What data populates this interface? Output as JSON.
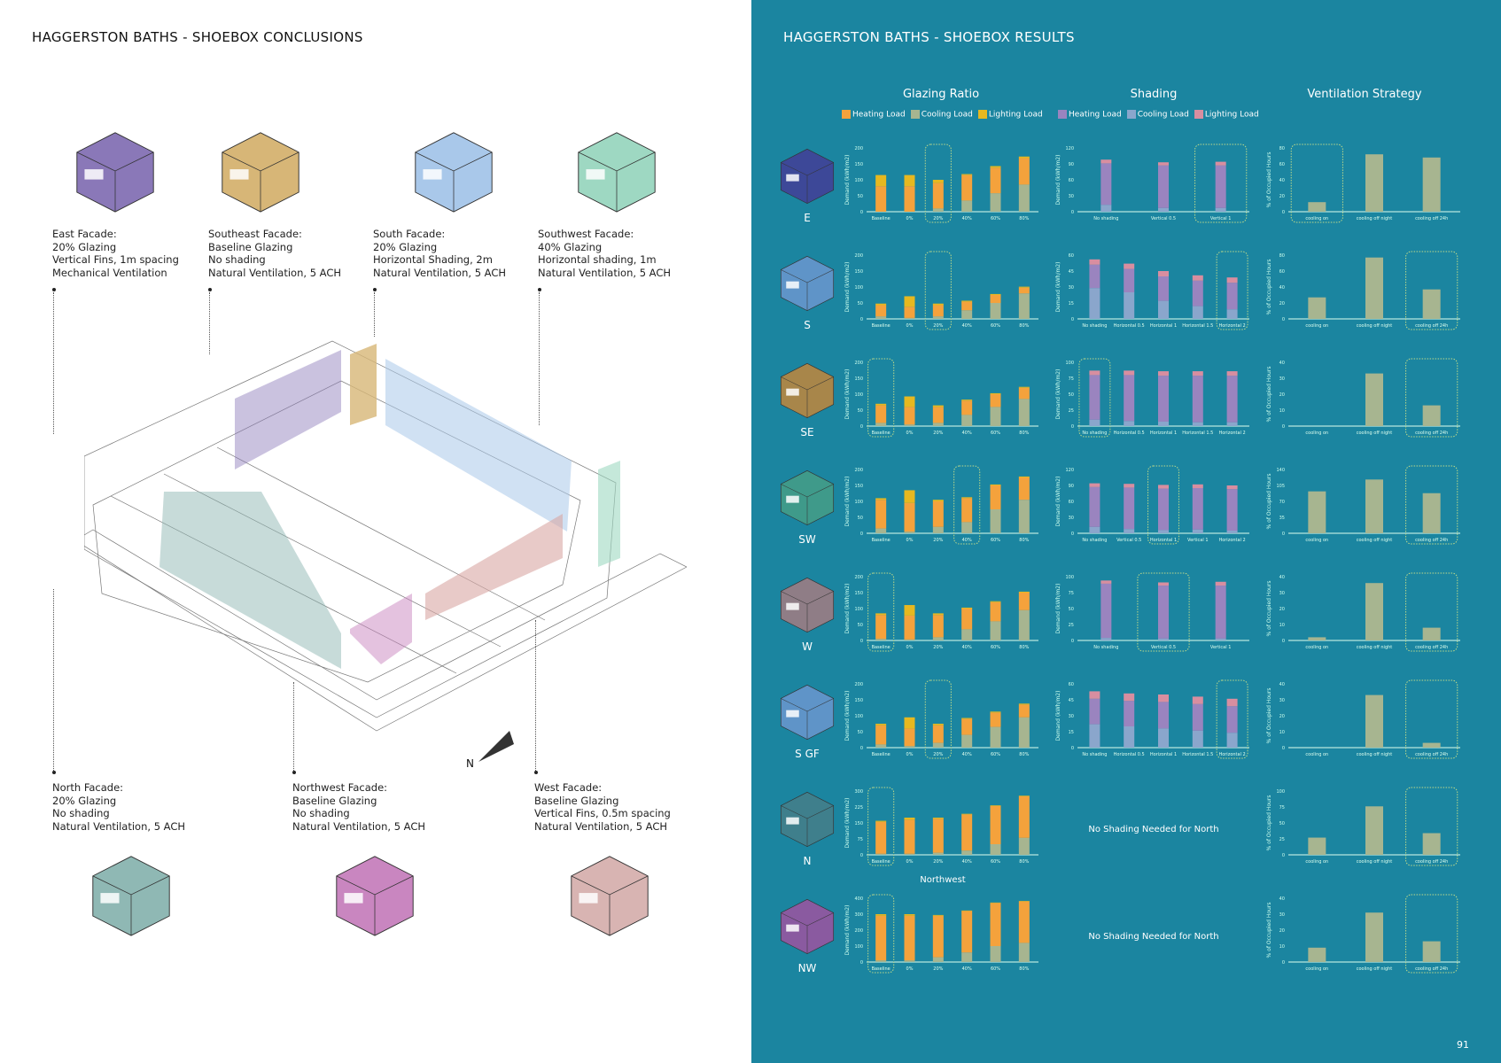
{
  "left": {
    "title": "HAGGERSTON BATHS - SHOEBOX CONCLUSIONS",
    "north_label": "N",
    "facades_top": [
      {
        "name": "East Facade:",
        "lines": [
          "20% Glazing",
          "Vertical Fins, 1m spacing",
          "Mechanical Ventilation"
        ],
        "color": "#8a78b8"
      },
      {
        "name": "Southeast Facade:",
        "lines": [
          "Baseline Glazing",
          "No shading",
          "Natural Ventilation, 5 ACH"
        ],
        "color": "#d7b677"
      },
      {
        "name": "South Facade:",
        "lines": [
          "20% Glazing",
          "Horizontal Shading, 2m",
          "Natural Ventilation, 5 ACH"
        ],
        "color": "#a9c8ea"
      },
      {
        "name": "Southwest Facade:",
        "lines": [
          "40% Glazing",
          "Horizontal shading, 1m",
          "Natural Ventilation, 5 ACH"
        ],
        "color": "#9ed8c2"
      }
    ],
    "facades_bottom": [
      {
        "name": "North Facade:",
        "lines": [
          "20% Glazing",
          "No shading",
          "Natural Ventilation, 5 ACH"
        ],
        "color": "#8fb8b4"
      },
      {
        "name": "Northwest Facade:",
        "lines": [
          "Baseline Glazing",
          "No shading",
          "Natural Ventilation, 5 ACH"
        ],
        "color": "#c986c0"
      },
      {
        "name": "West Facade:",
        "lines": [
          "Baseline Glazing",
          "Vertical Fins, 0.5m spacing",
          "Natural Ventilation, 5 ACH"
        ],
        "color": "#d8b4b2"
      }
    ]
  },
  "right": {
    "title": "HAGGERSTON BATHS - SHOEBOX RESULTS",
    "page_number": "91",
    "columns": [
      "Glazing Ratio",
      "Shading",
      "Ventilation Strategy"
    ],
    "legend_glazing": [
      {
        "label": "Heating Load",
        "color": "#f4a23c"
      },
      {
        "label": "Cooling Load",
        "color": "#a7b590"
      },
      {
        "label": "Lighting Load",
        "color": "#e6b820"
      }
    ],
    "legend_shading": [
      {
        "label": "Heating Load",
        "color": "#9a84bf"
      },
      {
        "label": "Cooling Load",
        "color": "#8aa6cc"
      },
      {
        "label": "Lighting Load",
        "color": "#d88ea0"
      }
    ],
    "no_shading_text": "No Shading Needed for North",
    "northwest_label": "Northwest"
  },
  "chart_data": [
    {
      "row": "E",
      "cube_color": "#3d4898",
      "glazing": {
        "type": "bar",
        "ylabel": "Demand (kWh/m2)",
        "ylim": [
          0,
          200
        ],
        "categories": [
          "Baseline",
          "0%",
          "20%",
          "40%",
          "60%",
          "80%"
        ],
        "heating": [
          80,
          80,
          80,
          80,
          80,
          83
        ],
        "cooling": [
          0,
          0,
          10,
          35,
          58,
          85
        ],
        "lighting": [
          35,
          35,
          10,
          3,
          5,
          5
        ],
        "highlight": 2
      },
      "shading": {
        "type": "bar",
        "ylabel": "Demand (kWh/m2)",
        "ylim": [
          0,
          120
        ],
        "categories": [
          "No shading",
          "Vertical 0.5",
          "Vertical 1"
        ],
        "heating": [
          78,
          80,
          80
        ],
        "cooling": [
          13,
          7,
          7
        ],
        "lighting": [
          7,
          6,
          7
        ],
        "highlight": 2
      },
      "ventilation": {
        "type": "bar",
        "ylabel": "% of Occupied Hours",
        "ylim": [
          0,
          80
        ],
        "categories": [
          "cooling on",
          "cooling off night",
          "cooling off 24h"
        ],
        "values": [
          12,
          72,
          68
        ],
        "highlight": 0
      }
    },
    {
      "row": "S",
      "cube_color": "#5f94c8",
      "glazing": {
        "type": "bar",
        "ylabel": "Demand (kWh/m2)",
        "ylim": [
          0,
          200
        ],
        "categories": [
          "Baseline",
          "0%",
          "20%",
          "40%",
          "60%",
          "80%"
        ],
        "heating": [
          35,
          35,
          35,
          27,
          25,
          18
        ],
        "cooling": [
          8,
          3,
          8,
          27,
          50,
          80
        ],
        "lighting": [
          5,
          33,
          5,
          3,
          3,
          3
        ],
        "highlight": 2
      },
      "shading": {
        "type": "bar",
        "ylabel": "Demand (kWh/m2)",
        "ylim": [
          0,
          60
        ],
        "categories": [
          "No shading",
          "Horizontal 0.5",
          "Horizontal 1",
          "Horizontal 1.5",
          "Horizontal 2"
        ],
        "heating": [
          22,
          22,
          23,
          24,
          25
        ],
        "cooling": [
          29,
          25,
          17,
          12,
          9
        ],
        "lighting": [
          5,
          5,
          5,
          5,
          5
        ],
        "highlight": 4
      },
      "ventilation": {
        "type": "bar",
        "ylabel": "% of Occupied Hours",
        "ylim": [
          0,
          80
        ],
        "categories": [
          "cooling on",
          "cooling off night",
          "cooling off 24h"
        ],
        "values": [
          27,
          77,
          37
        ],
        "highlight": 2
      }
    },
    {
      "row": "SE",
      "cube_color": "#a8864a",
      "glazing": {
        "type": "bar",
        "ylabel": "Demand (kWh/m2)",
        "ylim": [
          0,
          200
        ],
        "categories": [
          "Baseline",
          "0%",
          "20%",
          "40%",
          "60%",
          "80%"
        ],
        "heating": [
          55,
          55,
          50,
          45,
          40,
          35
        ],
        "cooling": [
          10,
          5,
          10,
          35,
          60,
          85
        ],
        "lighting": [
          5,
          33,
          5,
          3,
          3,
          3
        ],
        "highlight": 0
      },
      "shading": {
        "type": "bar",
        "ylabel": "Demand (kWh/m2)",
        "ylim": [
          0,
          100
        ],
        "categories": [
          "No shading",
          "Horizontal 0.5",
          "Horizontal 1",
          "Horizontal 1.5",
          "Horizontal 2"
        ],
        "heating": [
          70,
          72,
          72,
          73,
          73
        ],
        "cooling": [
          10,
          8,
          7,
          6,
          6
        ],
        "lighting": [
          7,
          7,
          7,
          7,
          7
        ],
        "highlight": 0
      },
      "ventilation": {
        "type": "bar",
        "ylabel": "% of Occupied Hours",
        "ylim": [
          0,
          40
        ],
        "categories": [
          "cooling on",
          "cooling off night",
          "cooling off 24h"
        ],
        "values": [
          0,
          33,
          13
        ],
        "highlight": 2
      }
    },
    {
      "row": "SW",
      "cube_color": "#3f9a8a",
      "glazing": {
        "type": "bar",
        "ylabel": "Demand (kWh/m2)",
        "ylim": [
          0,
          200
        ],
        "categories": [
          "Baseline",
          "0%",
          "20%",
          "40%",
          "60%",
          "80%"
        ],
        "heating": [
          90,
          90,
          80,
          75,
          75,
          70
        ],
        "cooling": [
          15,
          5,
          20,
          35,
          75,
          105
        ],
        "lighting": [
          5,
          40,
          5,
          3,
          3,
          3
        ],
        "highlight": 3
      },
      "shading": {
        "type": "bar",
        "ylabel": "Demand (kWh/m2)",
        "ylim": [
          0,
          120
        ],
        "categories": [
          "No shading",
          "Vertical 0.5",
          "Horizontal 1",
          "Vertical 1",
          "Horizontal 2"
        ],
        "heating": [
          75,
          78,
          78,
          78,
          78
        ],
        "cooling": [
          12,
          8,
          6,
          7,
          5
        ],
        "lighting": [
          7,
          7,
          7,
          7,
          7
        ],
        "highlight": 2
      },
      "ventilation": {
        "type": "bar",
        "ylabel": "% of Occupied Hours",
        "ylim": [
          0,
          140
        ],
        "categories": [
          "cooling on",
          "cooling off night",
          "cooling off 24h"
        ],
        "values": [
          92,
          118,
          88
        ],
        "highlight": 2
      }
    },
    {
      "row": "W",
      "cube_color": "#8f7d86",
      "glazing": {
        "type": "bar",
        "ylabel": "Demand (kWh/m2)",
        "ylim": [
          0,
          200
        ],
        "categories": [
          "Baseline",
          "0%",
          "20%",
          "40%",
          "60%",
          "80%"
        ],
        "heating": [
          75,
          75,
          70,
          65,
          60,
          55
        ],
        "cooling": [
          5,
          3,
          10,
          35,
          60,
          95
        ],
        "lighting": [
          5,
          33,
          5,
          3,
          3,
          3
        ],
        "highlight": 0
      },
      "shading": {
        "type": "bar",
        "ylabel": "Demand (kWh/m2)",
        "ylim": [
          0,
          100
        ],
        "categories": [
          "No shading",
          "Vertical 0.5",
          "Vertical 1"
        ],
        "heating": [
          85,
          83,
          83
        ],
        "cooling": [
          4,
          3,
          3
        ],
        "lighting": [
          5,
          5,
          6
        ],
        "highlight": 1
      },
      "ventilation": {
        "type": "bar",
        "ylabel": "% of Occupied Hours",
        "ylim": [
          0,
          40
        ],
        "categories": [
          "cooling on",
          "cooling off night",
          "cooling off 24h"
        ],
        "values": [
          2,
          36,
          8
        ],
        "highlight": 2
      }
    },
    {
      "row": "S GF",
      "cube_color": "#5f94c8",
      "glazing": {
        "type": "bar",
        "ylabel": "Demand (kWh/m2)",
        "ylim": [
          0,
          200
        ],
        "categories": [
          "Baseline",
          "0%",
          "20%",
          "40%",
          "60%",
          "80%"
        ],
        "heating": [
          60,
          55,
          55,
          50,
          45,
          40
        ],
        "cooling": [
          10,
          5,
          15,
          40,
          65,
          95
        ],
        "lighting": [
          5,
          35,
          5,
          3,
          3,
          3
        ],
        "highlight": 2
      },
      "shading": {
        "type": "bar",
        "ylabel": "Demand (kWh/m2)",
        "ylim": [
          0,
          60
        ],
        "categories": [
          "No shading",
          "Horizontal 0.5",
          "Horizontal 1",
          "Horizontal 1.5",
          "Horizontal 2"
        ],
        "heating": [
          24,
          24,
          25,
          25,
          25
        ],
        "cooling": [
          22,
          20,
          18,
          16,
          14
        ],
        "lighting": [
          7,
          7,
          7,
          7,
          7
        ],
        "highlight": 4
      },
      "ventilation": {
        "type": "bar",
        "ylabel": "% of Occupied Hours",
        "ylim": [
          0,
          40
        ],
        "categories": [
          "cooling on",
          "cooling off night",
          "cooling off 24h"
        ],
        "values": [
          0,
          33,
          3
        ],
        "highlight": 2
      }
    },
    {
      "row": "N",
      "cube_color": "#3f7f8c",
      "glazing": {
        "type": "bar",
        "ylabel": "Demand (kWh/m2)",
        "ylim": [
          0,
          300
        ],
        "categories": [
          "Baseline",
          "0%",
          "20%",
          "40%",
          "60%",
          "80%"
        ],
        "heating": [
          150,
          160,
          160,
          170,
          180,
          195
        ],
        "cooling": [
          5,
          5,
          10,
          20,
          50,
          80
        ],
        "lighting": [
          5,
          10,
          5,
          3,
          3,
          3
        ],
        "highlight": 0
      },
      "shading": null,
      "ventilation": {
        "type": "bar",
        "ylabel": "% of Occupied Hours",
        "ylim": [
          0,
          100
        ],
        "categories": [
          "cooling on",
          "cooling off night",
          "cooling off 24h"
        ],
        "values": [
          27,
          76,
          34
        ],
        "highlight": 2
      }
    },
    {
      "row": "NW",
      "cube_color": "#8a5aa0",
      "glazing": {
        "type": "bar",
        "ylabel": "Demand (kWh/m2)",
        "ylim": [
          0,
          400
        ],
        "categories": [
          "Baseline",
          "0%",
          "20%",
          "40%",
          "60%",
          "80%"
        ],
        "heating": [
          280,
          280,
          260,
          260,
          270,
          260
        ],
        "cooling": [
          10,
          10,
          30,
          60,
          100,
          120
        ],
        "lighting": [
          10,
          10,
          5,
          3,
          3,
          3
        ],
        "highlight": 0
      },
      "shading": null,
      "ventilation": {
        "type": "bar",
        "ylabel": "% of Occupied Hours",
        "ylim": [
          0,
          40
        ],
        "categories": [
          "cooling on",
          "cooling off night",
          "cooling off 24h"
        ],
        "values": [
          9,
          31,
          13
        ],
        "highlight": 2
      }
    }
  ]
}
